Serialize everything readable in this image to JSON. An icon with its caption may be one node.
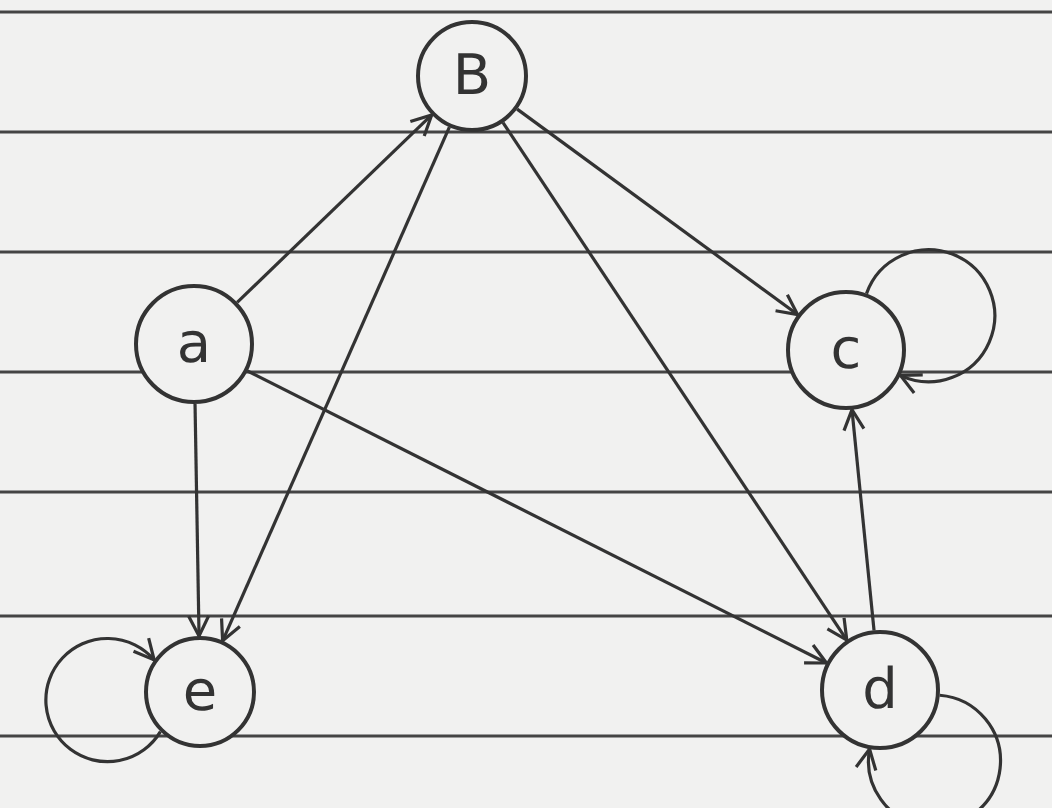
{
  "diagram": {
    "nodes": [
      {
        "text": [
          "B"
        ]
      },
      {
        "text": [
          "a"
        ]
      },
      {
        "text": [
          "c"
        ]
      },
      {
        "text": [
          "e"
        ]
      },
      {
        "text": [
          "d"
        ]
      }
    ],
    "edges": [
      {
        "from": 1,
        "to": 0,
        "arrow": "to"
      },
      {
        "from": 0,
        "to": 2,
        "arrow": "to"
      },
      {
        "from": 0,
        "to": 4,
        "arrow": "to"
      },
      {
        "from": 0,
        "to": 3,
        "arrow": "to"
      },
      {
        "from": 1,
        "to": 3,
        "arrow": "to"
      },
      {
        "from": 1,
        "to": 4,
        "arrow": "to"
      },
      {
        "from": 4,
        "to": 2,
        "arrow": "to"
      },
      {
        "from": 2,
        "to": 2,
        "arrow": "to"
      },
      {
        "from": 4,
        "to": 4,
        "arrow": "to"
      },
      {
        "from": 3,
        "to": 3,
        "arrow": "to"
      }
    ]
  }
}
